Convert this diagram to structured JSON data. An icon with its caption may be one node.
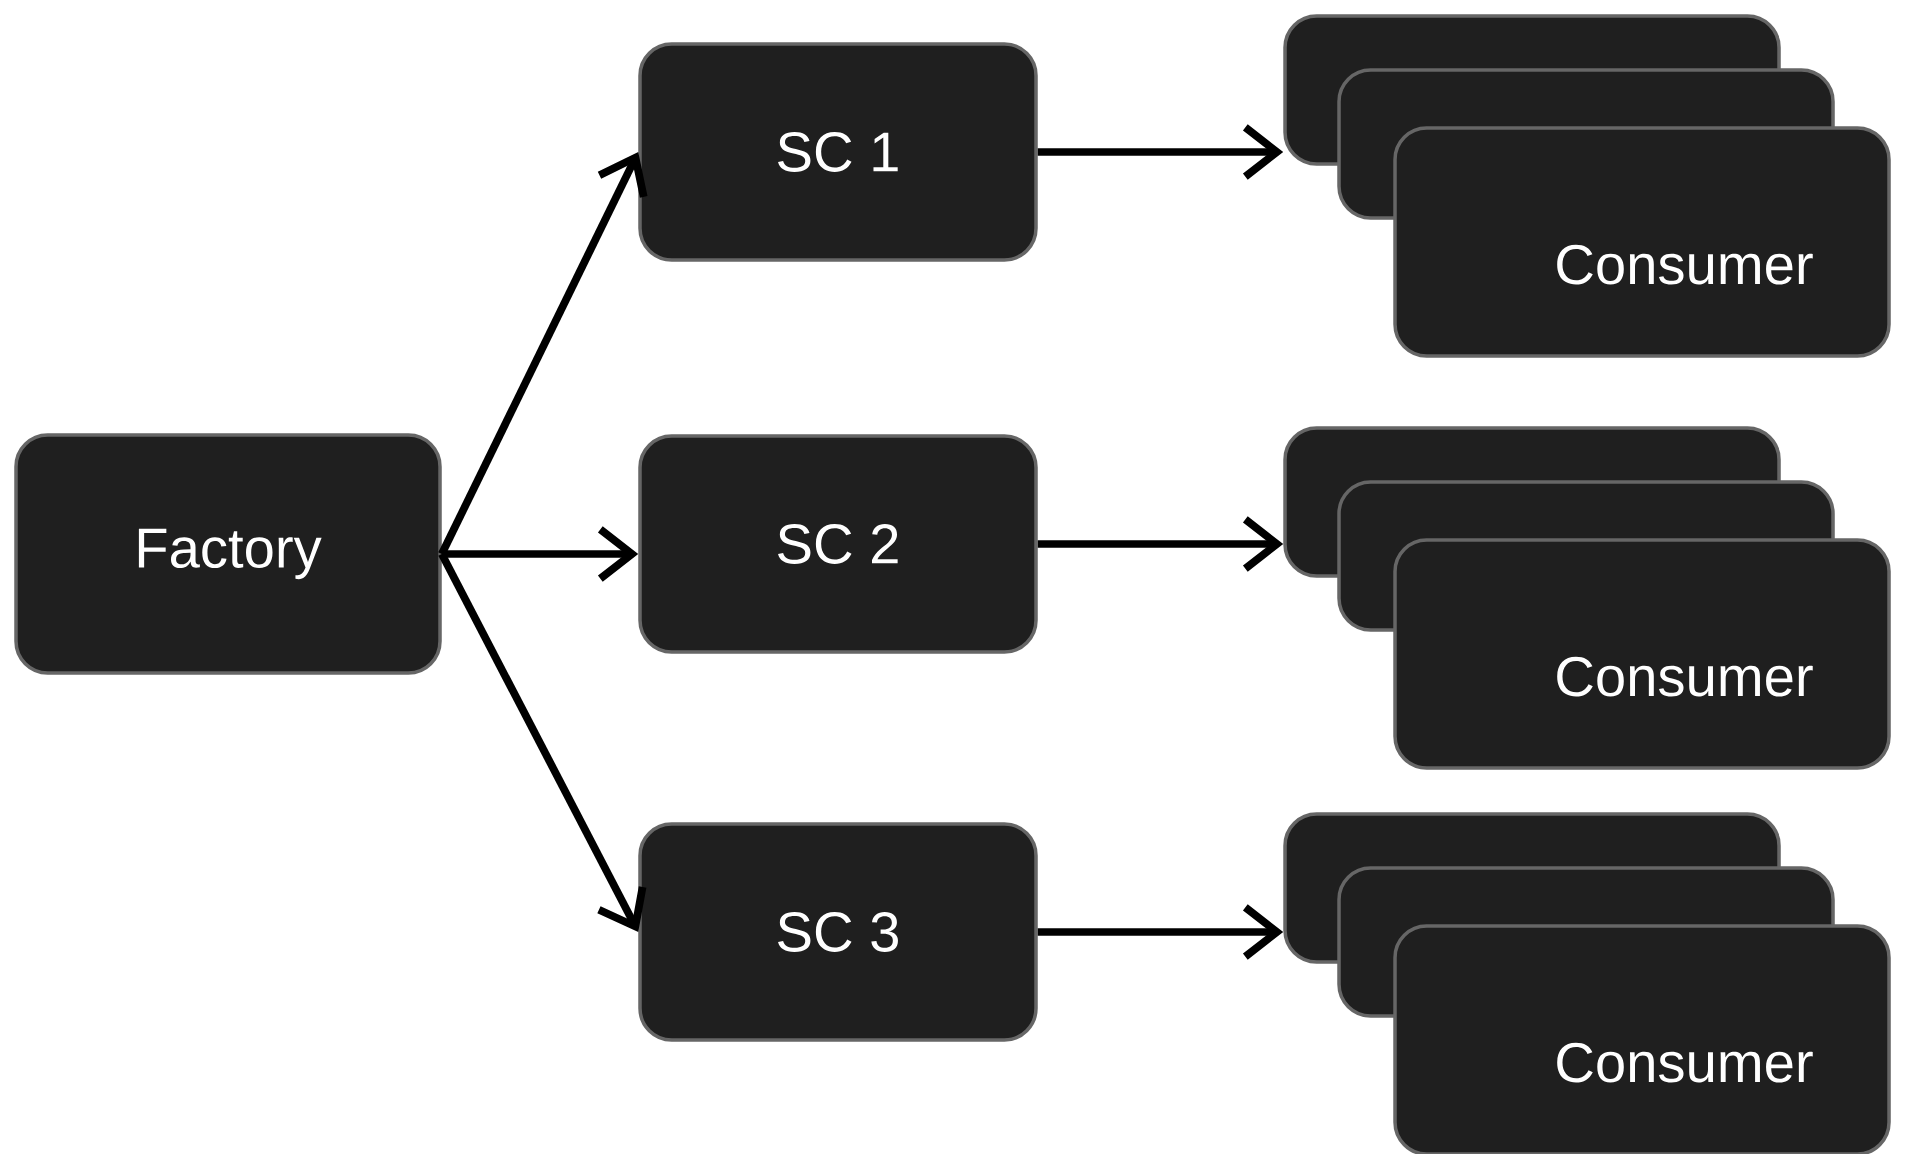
{
  "diagram": {
    "nodes": [
      {
        "text": [
          "Factory"
        ]
      },
      {
        "text": [
          "SC 1"
        ]
      },
      {
        "text": [],
        "shape": "box"
      },
      {
        "text": [],
        "shape": "box"
      },
      {
        "text": [
          "Consumer"
        ]
      },
      {
        "text": [
          "SC 2"
        ]
      },
      {
        "text": [],
        "shape": "box"
      },
      {
        "text": [],
        "shape": "box"
      },
      {
        "text": [
          "Consumer"
        ]
      },
      {
        "text": [
          "SC 3"
        ]
      },
      {
        "text": [],
        "shape": "box"
      },
      {
        "text": [],
        "shape": "box"
      },
      {
        "text": [
          "Consumer"
        ]
      }
    ],
    "edges": [
      {
        "from": 0,
        "to": 1,
        "arrow": "to"
      },
      {
        "from": 0,
        "to": 5,
        "arrow": "to"
      },
      {
        "from": 0,
        "to": 9,
        "arrow": "to"
      },
      {
        "from": 1,
        "to": 2,
        "arrow": "to"
      },
      {
        "from": 5,
        "to": 6,
        "arrow": "to"
      },
      {
        "from": 9,
        "to": 10,
        "arrow": "to"
      }
    ]
  }
}
